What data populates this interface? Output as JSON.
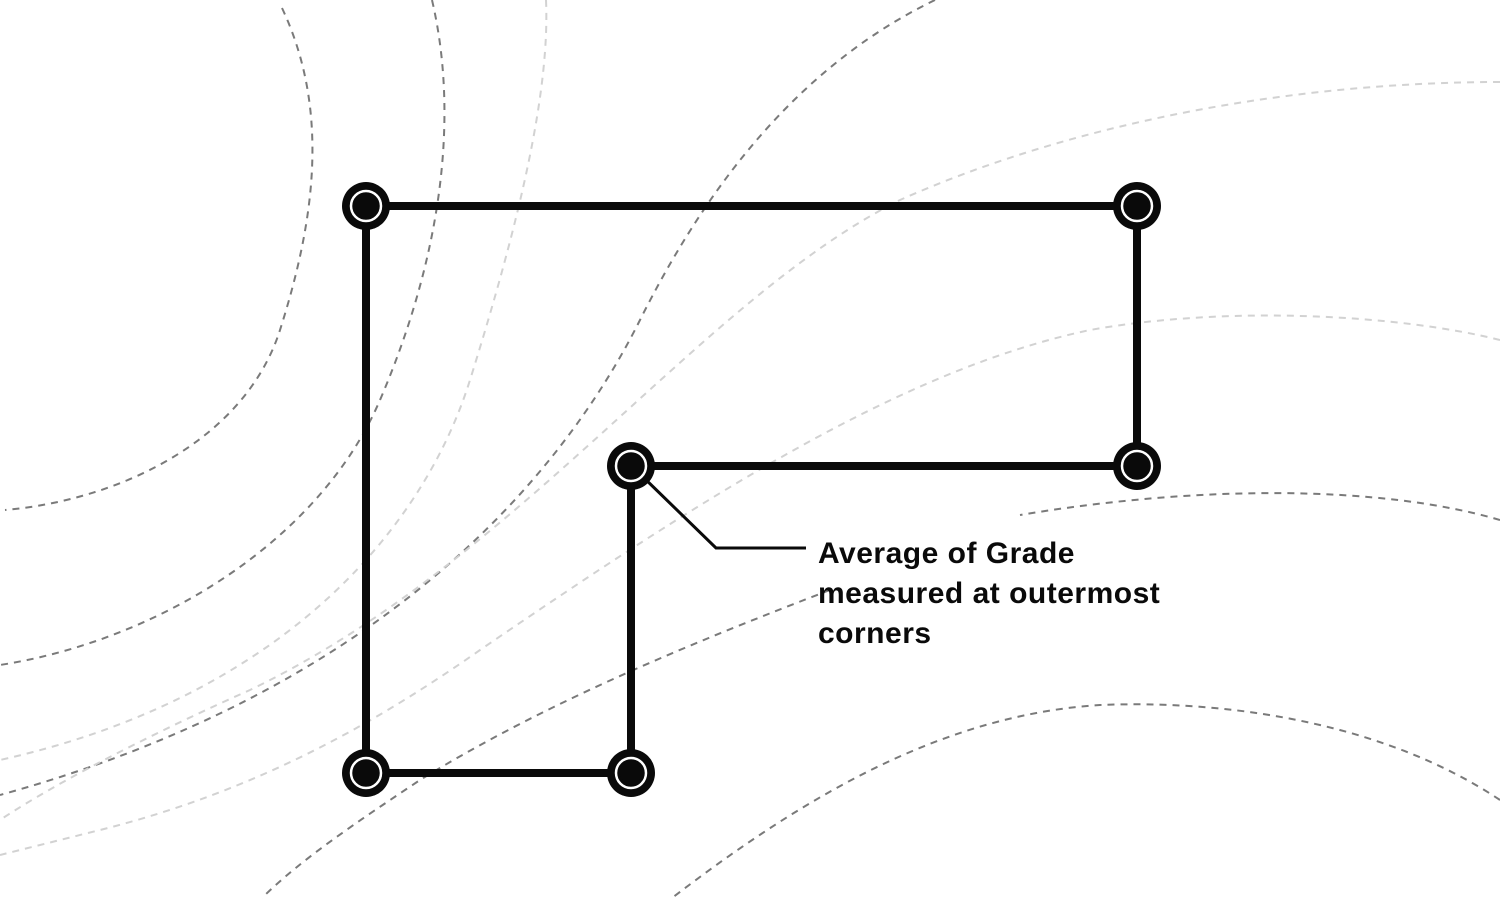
{
  "callout": {
    "lines": [
      "Average of Grade",
      "measured at outermost",
      "corners"
    ]
  },
  "colors": {
    "outline": "#0a0a0a",
    "contour_dark": "#7a7a7a",
    "contour_light": "#d2d2d2",
    "background": "#ffffff"
  }
}
